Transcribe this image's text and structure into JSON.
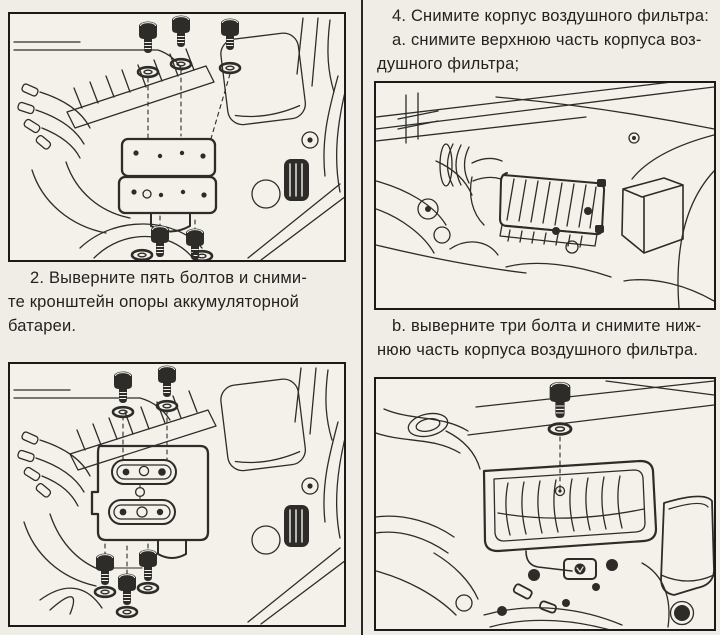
{
  "colors": {
    "page_bg": "#efede6",
    "panel_bg": "#f3f1ea",
    "ink": "#2e2c28",
    "frame_border": "#1b1a18"
  },
  "captions": {
    "step2": {
      "lines": [
        "2. Выверните пять болтов и сними-",
        "те кронштейн опоры аккумуляторной",
        "батареи."
      ]
    },
    "step4": {
      "lines": [
        "4. Снимите корпус воздушного фильтра:",
        "a. снимите верхнюю часть корпуса воз-",
        "душного фильтра;"
      ]
    },
    "step4b": {
      "lines": [
        "b. выверните три болта и снимите ниж-",
        "нюю часть корпуса воздушного фильтра."
      ]
    }
  },
  "figures": {
    "battery_bracket": {
      "name": "engine-bay-battery-bracket-five-bolts-figure"
    },
    "battery_tray": {
      "name": "engine-bay-battery-tray-bolts-figure"
    },
    "air_cleaner_upper": {
      "name": "engine-bay-air-cleaner-upper-housing-figure"
    },
    "air_cleaner_lower": {
      "name": "engine-bay-air-cleaner-lower-housing-bolt-figure"
    }
  }
}
